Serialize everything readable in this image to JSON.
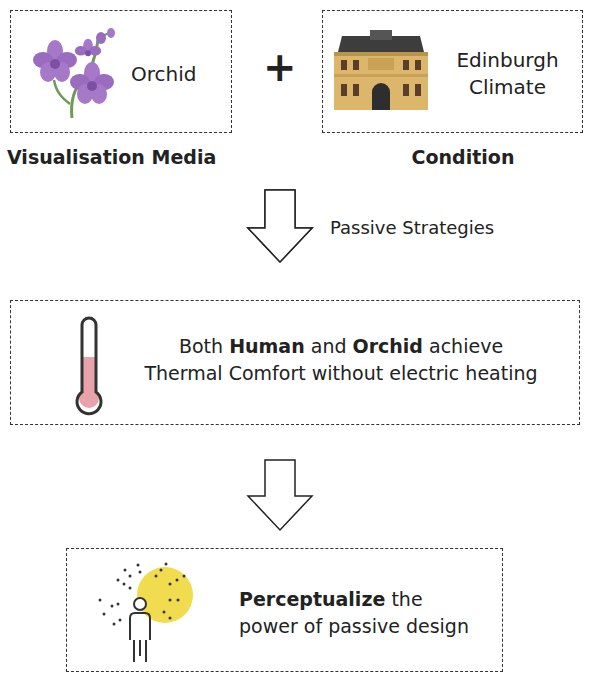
{
  "diagram": {
    "nodes": [
      {
        "text": [
          "Orchid",
          "Visualisation Media"
        ]
      },
      {
        "text": [
          "Edinburgh Climate",
          "Condition"
        ]
      },
      {
        "text": [
          "Both Human and Orchid achieve Thermal Comfort without electric heating"
        ]
      },
      {
        "text": [
          "Perceptualize the power of passive design"
        ]
      }
    ],
    "edges": [
      {
        "from": 0,
        "to": 2,
        "arrow": "to",
        "label": "Passive Strategies"
      },
      {
        "from": 1,
        "to": 2,
        "arrow": "to"
      },
      {
        "from": 2,
        "to": 3,
        "arrow": "to"
      }
    ],
    "labels": [
      "+"
    ]
  }
}
